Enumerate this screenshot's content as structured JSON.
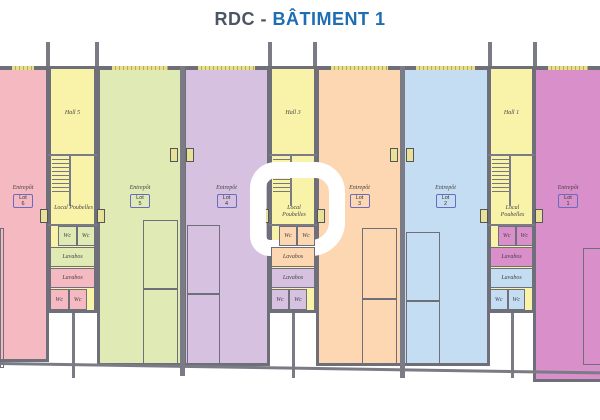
{
  "title": {
    "prefix": "RDC -",
    "building": "BÂTIMENT 1"
  },
  "lots": [
    {
      "name": "Entrepôt",
      "lot": "Lot 6",
      "color": "#f5b9c1"
    },
    {
      "name": "Entrepôt",
      "lot": "Lot 5",
      "color": "#dfeab5"
    },
    {
      "name": "Entrepôt",
      "lot": "Lot 4",
      "color": "#d6c1e1"
    },
    {
      "name": "Entrepôt",
      "lot": "Lot 3",
      "color": "#fdd6b2"
    },
    {
      "name": "Entrepôt",
      "lot": "Lot 2",
      "color": "#c5ddf3"
    },
    {
      "name": "Entrepôt",
      "lot": "Lot 1",
      "color": "#d98fc9"
    }
  ],
  "cores": [
    {
      "hall": "Hall 5",
      "local": "Local Poubelles",
      "wc": "Wc",
      "lavabos": "Lavabos"
    },
    {
      "hall": "Hall 3",
      "local": "Local Poubelles",
      "wc": "Wc",
      "lavabos": "Lavabos"
    },
    {
      "hall": "Hall 1",
      "local": "Local Poubelles",
      "wc": "Wc",
      "lavabos": "Lavabos"
    }
  ]
}
